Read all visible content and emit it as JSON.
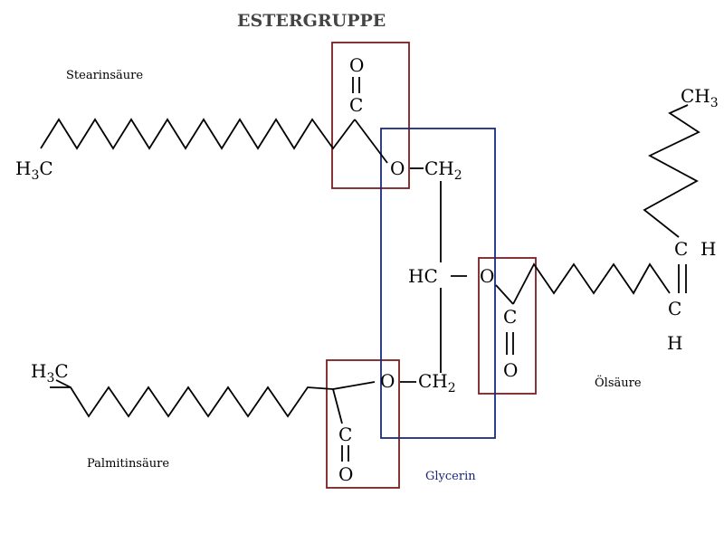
{
  "title": "ESTERGRUPPE",
  "acids": {
    "stearic": "Stearinsäure",
    "palmitic": "Palmitinsäure",
    "oleic": "Ölsäure"
  },
  "glycerol_label": "Glycerin",
  "atoms": {
    "h3c": "H",
    "h3c_sub": "3",
    "h3c_c": "C",
    "o": "O",
    "c": "C",
    "ch": "CH",
    "ch2_sub": "2",
    "hc": "HC",
    "h": "H",
    "ch3": "CH",
    "ch3_sub": "3"
  },
  "colors": {
    "ester_box": "#7a1f1f",
    "glycerol_box": "#1a2a80",
    "bonds": "#000000"
  }
}
